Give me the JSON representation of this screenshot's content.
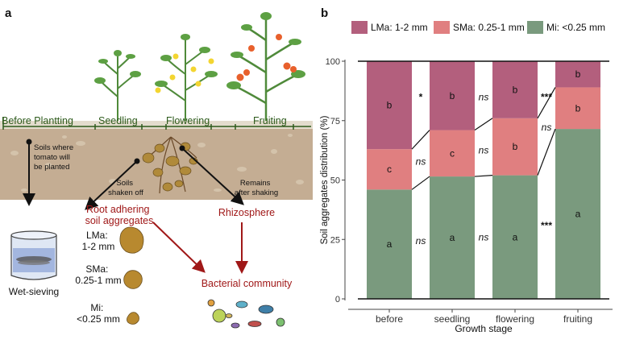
{
  "panel_a": {
    "letter": "a",
    "stages": [
      "Before Plantting",
      "Seedling",
      "Flowering",
      "Fruiting"
    ],
    "labels": {
      "soils_planted": [
        "Soils where",
        "tomato will",
        "be planted"
      ],
      "soils_shaken": [
        "Soils",
        "shaken off"
      ],
      "remains": [
        "Remains",
        "after shaking"
      ],
      "root_adhering": [
        "Root adhering",
        "soil aggregates"
      ],
      "rhizosphere": "Rhizosphere",
      "wet_sieving": "Wet-sieving",
      "lma": [
        "LMa:",
        "1-2 mm"
      ],
      "sma": [
        "SMa:",
        "0.25-1 mm"
      ],
      "mi": [
        "Mi:",
        "<0.25 mm"
      ],
      "bacterial": "Bacterial community"
    },
    "colors": {
      "stage_text": "#2d5a1b",
      "accent_red": "#a01818",
      "soil": "#b9a28a"
    }
  },
  "chart_data": {
    "type": "bar",
    "stacked": true,
    "panel_letter": "b",
    "categories": [
      "before",
      "seedling",
      "flowering",
      "fruiting"
    ],
    "series": [
      {
        "name": "Mi: <0.25 mm",
        "color": "#7a9a7e",
        "values": [
          46,
          51.5,
          52,
          71.5
        ],
        "letters": [
          "a",
          "a",
          "a",
          "a"
        ]
      },
      {
        "name": "SMa: 0.25-1 mm",
        "color": "#e07f80",
        "values": [
          17,
          19.5,
          24,
          17.5
        ],
        "letters": [
          "c",
          "c",
          "b",
          "b"
        ]
      },
      {
        "name": "LMa: 1-2 mm",
        "color": "#b35f7d",
        "values": [
          37,
          29,
          24,
          11
        ],
        "letters": [
          "b",
          "b",
          "b",
          "b"
        ]
      }
    ],
    "legend_order": [
      "LMa: 1-2 mm",
      "SMa: 0.25-1 mm",
      "Mi: <0.25 mm"
    ],
    "significance": [
      {
        "between": [
          0,
          1
        ],
        "labels": [
          "ns",
          "ns",
          "*"
        ]
      },
      {
        "between": [
          1,
          2
        ],
        "labels": [
          "ns",
          "ns",
          "ns"
        ]
      },
      {
        "between": [
          2,
          3
        ],
        "labels": [
          "***",
          "ns",
          "***"
        ]
      }
    ],
    "xlabel": "Growth stage",
    "ylabel": "Soil aggregates distribution (%)",
    "ylim": [
      0,
      100
    ],
    "yticks": [
      0,
      25,
      50,
      75,
      100
    ],
    "legend_position": "top"
  }
}
